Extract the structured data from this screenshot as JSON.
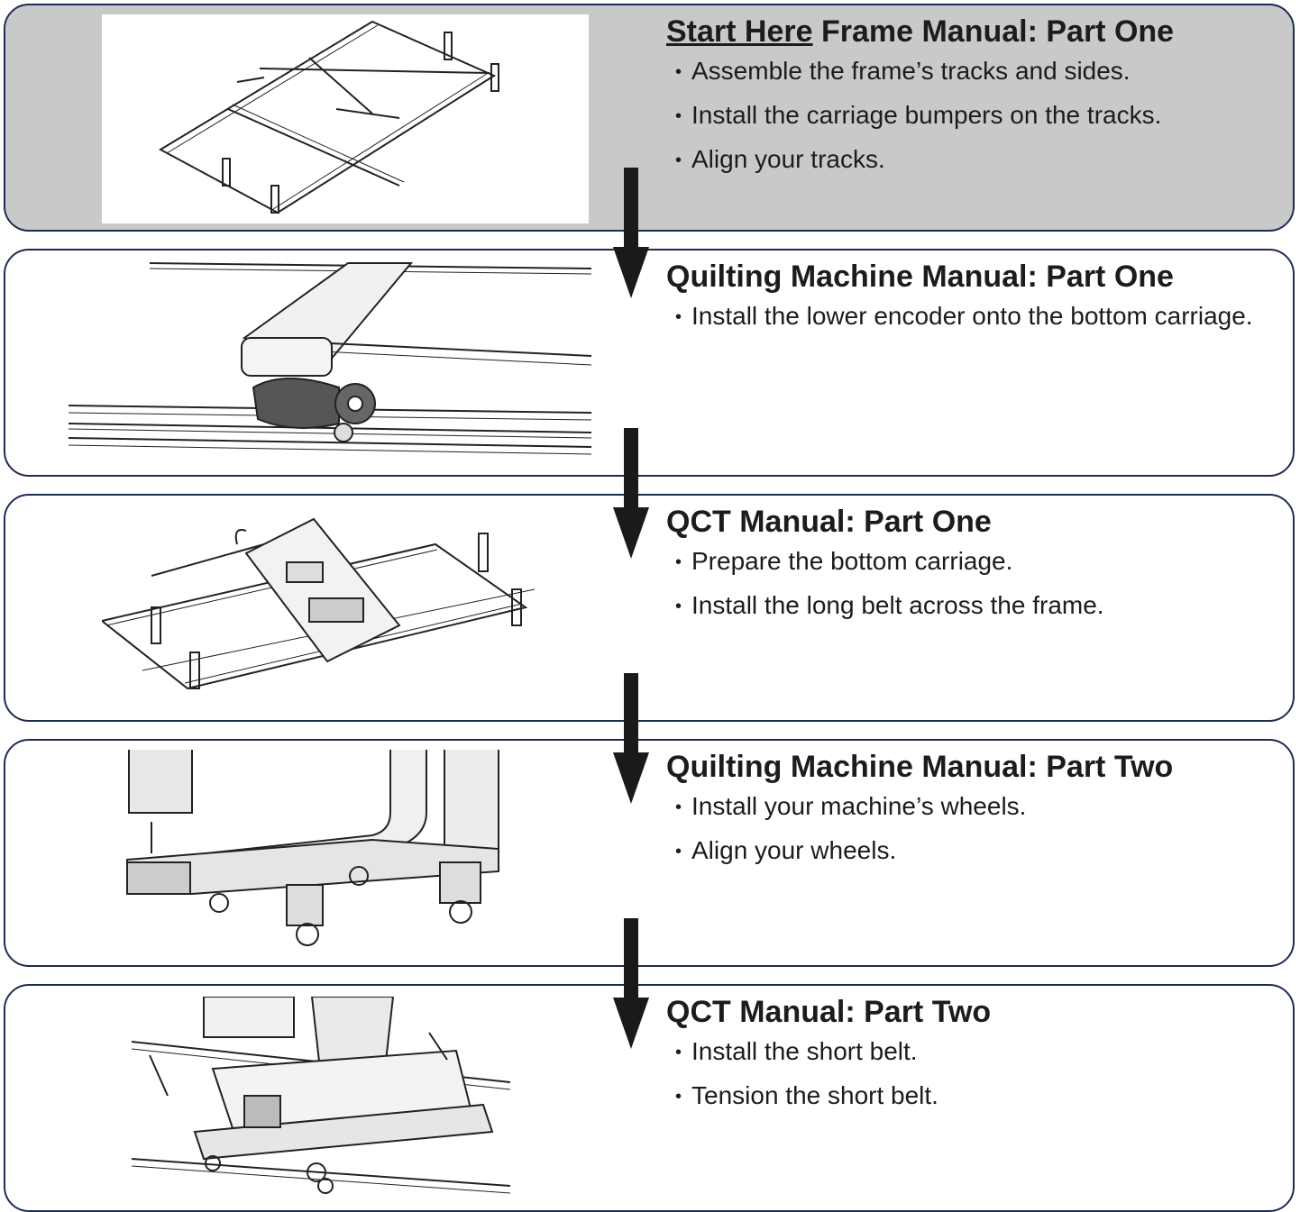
{
  "steps": [
    {
      "title_lead": "Start Here",
      "title": "Frame Manual: Part One",
      "bullets": [
        "Assemble the frame’s tracks and sides.",
        "Install the carriage bumpers on the tracks.",
        "Align your tracks."
      ],
      "illustration": "frame-assembly-illustration",
      "highlight_color": "#c9c9cc"
    },
    {
      "title_lead": "",
      "title": "Quilting Machine Manual: Part One",
      "bullets": [
        "Install the lower encoder onto the bottom carriage."
      ],
      "illustration": "encoder-on-carriage-illustration"
    },
    {
      "title_lead": "",
      "title": "QCT Manual: Part One",
      "bullets": [
        "Prepare the bottom carriage.",
        "Install the long belt across the frame."
      ],
      "illustration": "carriage-and-long-belt-illustration"
    },
    {
      "title_lead": "",
      "title": "Quilting Machine Manual: Part Two",
      "bullets": [
        "Install your machine’s wheels.",
        "Align your wheels."
      ],
      "illustration": "machine-wheels-illustration"
    },
    {
      "title_lead": "",
      "title": "QCT Manual: Part Two",
      "bullets": [
        "Install the short belt.",
        "Tension the short belt."
      ],
      "illustration": "short-belt-illustration"
    }
  ],
  "colors": {
    "border": "#1f2c52",
    "arrow": "#1a1a1a",
    "highlight": "#c9c9cc"
  },
  "connector_icon": "down-arrow-icon"
}
